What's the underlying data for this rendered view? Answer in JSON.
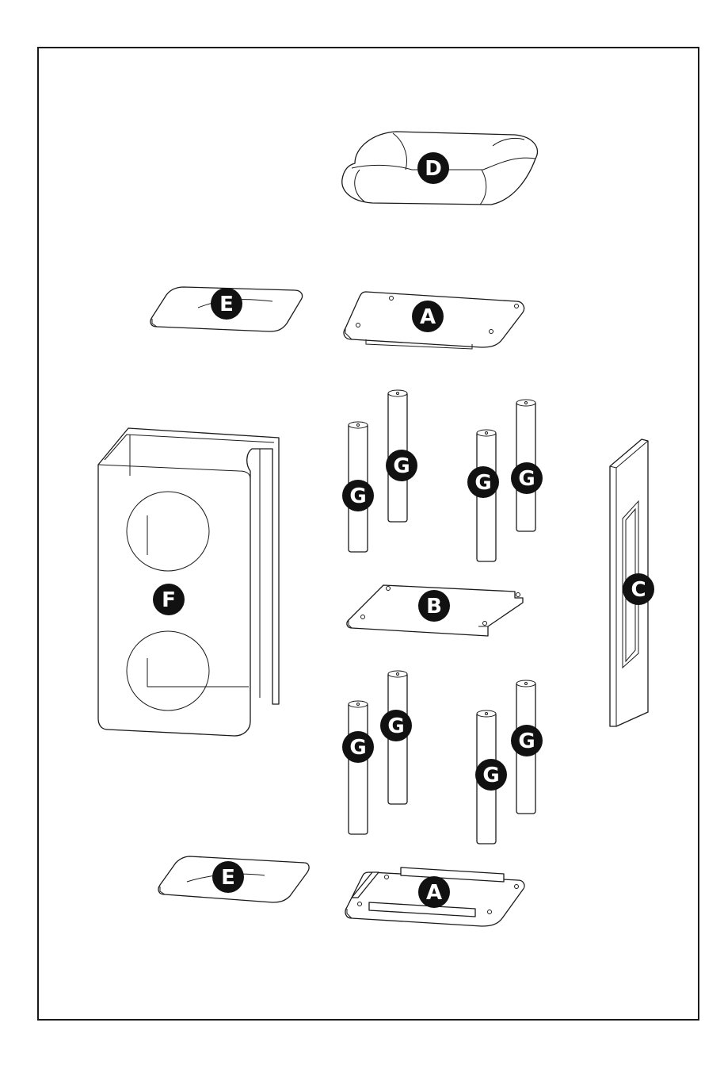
{
  "labels": {
    "D": "D",
    "E_top": "E",
    "A_top": "A",
    "F": "F",
    "G1": "G",
    "G2": "G",
    "G3": "G",
    "G4": "G",
    "B": "B",
    "C": "C",
    "G5": "G",
    "G6": "G",
    "G7": "G",
    "G8": "G",
    "E_bottom": "E",
    "A_bottom": "A"
  },
  "colors": {
    "badge": "#111111",
    "line": "#1a1a1a",
    "background": "#ffffff"
  }
}
